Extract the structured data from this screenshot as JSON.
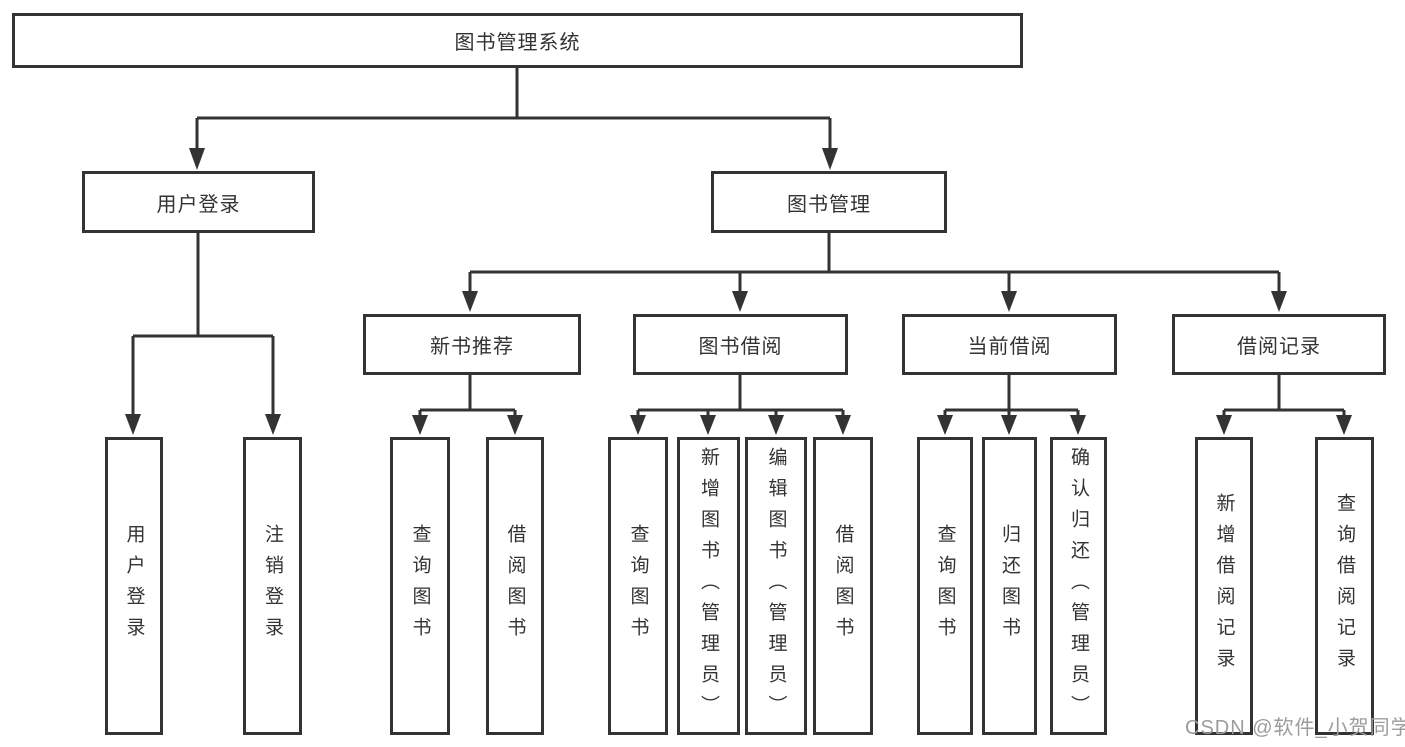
{
  "tree": {
    "root": "图书管理系统",
    "branches": [
      {
        "label": "用户登录",
        "children": [
          "用户登录",
          "注销登录"
        ]
      },
      {
        "label": "图书管理",
        "children": [
          {
            "label": "新书推荐",
            "children": [
              "查询图书",
              "借阅图书"
            ]
          },
          {
            "label": "图书借阅",
            "children": [
              "查询图书",
              "新增图书（管理员）",
              "编辑图书（管理员）",
              "借阅图书"
            ]
          },
          {
            "label": "当前借阅",
            "children": [
              "查询图书",
              "归还图书",
              "确认归还（管理员）"
            ]
          },
          {
            "label": "借阅记录",
            "children": [
              "新增借阅记录",
              "查询借阅记录"
            ]
          }
        ]
      }
    ]
  },
  "watermark": {
    "text": "CSDN @软件_小贺同学"
  },
  "colors": {
    "line": "#333333",
    "text": "#333333",
    "watermark": "#9c9c9c",
    "background": "#ffffff"
  }
}
